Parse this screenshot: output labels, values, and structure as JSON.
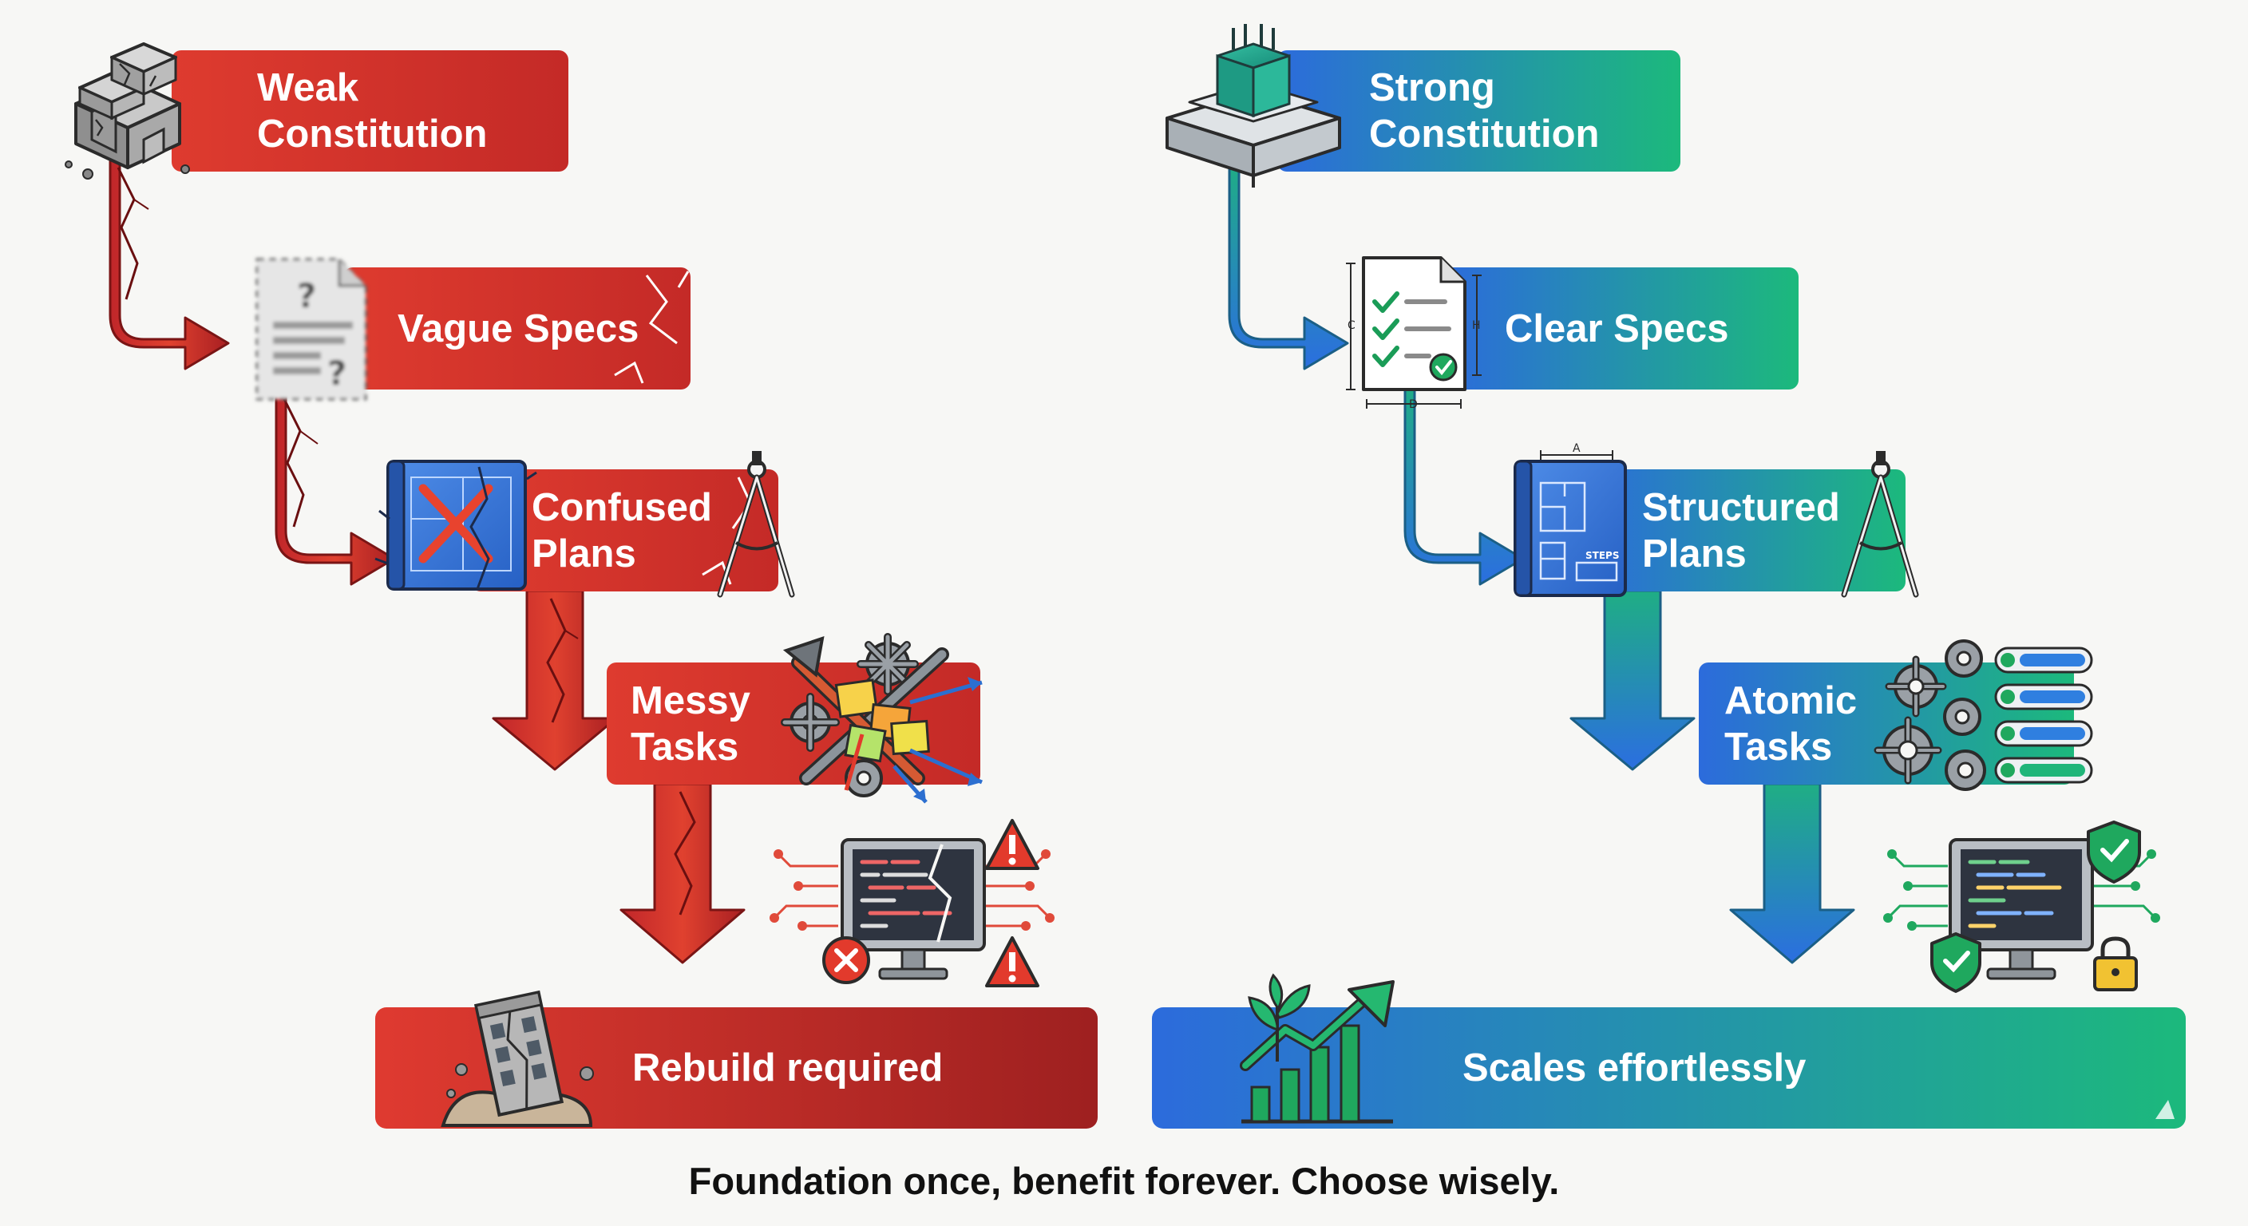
{
  "left": {
    "steps": [
      {
        "label": "Weak\nConstitution"
      },
      {
        "label": "Vague Specs"
      },
      {
        "label": "Confused\nPlans"
      },
      {
        "label": "Messy\nTasks"
      }
    ],
    "result": "Rebuild required"
  },
  "right": {
    "steps": [
      {
        "label": "Strong\nConstitution"
      },
      {
        "label": "Clear Specs"
      },
      {
        "label": "Structured\nPlans"
      },
      {
        "label": "Atomic\nTasks"
      }
    ],
    "result": "Scales effortlessly"
  },
  "icon_marks": {
    "doc_unknown": "?",
    "blueprint_top": "A",
    "blueprint_steps": "STEPS",
    "spec_dims": [
      "C",
      "H",
      "D"
    ]
  },
  "caption": "Foundation once, benefit forever. Choose wisely.",
  "colors": {
    "red_main": "#d9352d",
    "red_dark": "#a51f1f",
    "blue_main": "#2f6fd8",
    "green_main": "#1fb57a",
    "ink": "#2b2b2b"
  },
  "icons": [
    "crumbling-foundation-icon",
    "blurry-document-icon",
    "broken-blueprint-icon",
    "compass-icon",
    "tangled-tools-icon",
    "error-monitor-icon",
    "collapsing-building-icon",
    "solid-foundation-icon",
    "checklist-document-icon",
    "blueprint-icon",
    "gears-checklist-icon",
    "secure-monitor-icon",
    "growth-chart-icon"
  ]
}
